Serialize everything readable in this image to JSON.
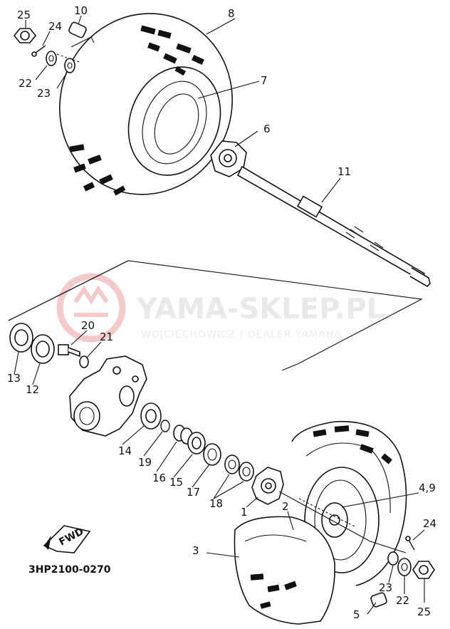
{
  "watermark": {
    "title": "YAMA-SKLEP.PL",
    "subtitle": "WOJCIECHOWICZ | DEALER YAMAHA"
  },
  "diagram_code": "3HP2100-0270",
  "fwd_label": "FWD",
  "callouts": {
    "c1": "1",
    "c2": "2",
    "c3": "3",
    "c4_9": "4,9",
    "c5": "5",
    "c6": "6",
    "c7": "7",
    "c8": "8",
    "c10": "10",
    "c11": "11",
    "c12": "12",
    "c13": "13",
    "c14": "14",
    "c15": "15",
    "c16": "16",
    "c17": "17",
    "c18": "18",
    "c19": "19",
    "c20": "20",
    "c21": "21",
    "c22_top": "22",
    "c22_bottom": "22",
    "c23_top": "23",
    "c23_bottom": "23",
    "c24_top": "24",
    "c24_bottom": "24",
    "c25_top": "25",
    "c25_bottom": "25"
  },
  "colors": {
    "line": "#111111",
    "watermark": "#e9e9e9",
    "logo": "#f3c9c9"
  },
  "icons": [
    "yamaha-logo-icon",
    "fwd-arrow-icon"
  ]
}
